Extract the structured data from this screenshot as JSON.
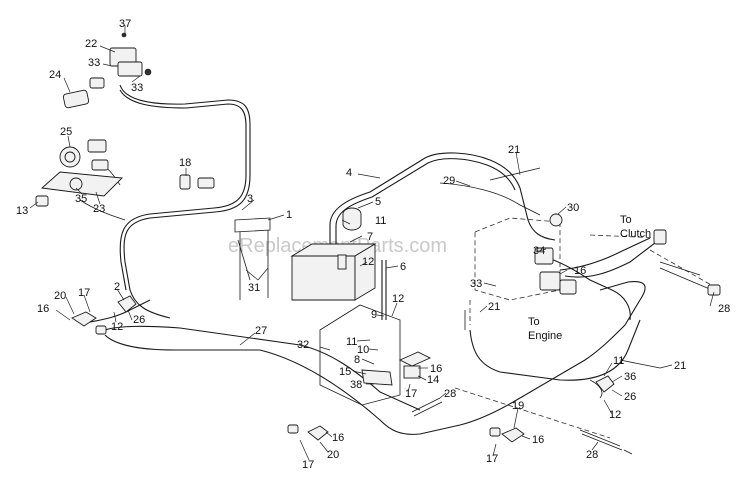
{
  "watermark": "eReplacementParts.com",
  "texts": {
    "to_clutch_line1": "To",
    "to_clutch_line2": "Clutch",
    "to_engine_line1": "To",
    "to_engine_line2": "Engine"
  },
  "callouts": [
    {
      "id": "c37",
      "text": "37"
    },
    {
      "id": "c22",
      "text": "22"
    },
    {
      "id": "c33a",
      "text": "33"
    },
    {
      "id": "c24",
      "text": "24"
    },
    {
      "id": "c33b",
      "text": "33"
    },
    {
      "id": "c25",
      "text": "25"
    },
    {
      "id": "c35",
      "text": "35"
    },
    {
      "id": "c23",
      "text": "23"
    },
    {
      "id": "c13",
      "text": "13"
    },
    {
      "id": "c18",
      "text": "18"
    },
    {
      "id": "c4",
      "text": "4"
    },
    {
      "id": "c3",
      "text": "3"
    },
    {
      "id": "c1",
      "text": "1"
    },
    {
      "id": "c5",
      "text": "5"
    },
    {
      "id": "c11a",
      "text": "11"
    },
    {
      "id": "c7",
      "text": "7"
    },
    {
      "id": "c12a",
      "text": "12"
    },
    {
      "id": "c6",
      "text": "6"
    },
    {
      "id": "c31",
      "text": "31"
    },
    {
      "id": "c29",
      "text": "29"
    },
    {
      "id": "c21a",
      "text": "21"
    },
    {
      "id": "c30",
      "text": "30"
    },
    {
      "id": "c34",
      "text": "34"
    },
    {
      "id": "c16a",
      "text": "16"
    },
    {
      "id": "c33c",
      "text": "33"
    },
    {
      "id": "c28a",
      "text": "28"
    },
    {
      "id": "c21b",
      "text": "21"
    },
    {
      "id": "c2",
      "text": "2"
    },
    {
      "id": "c20a",
      "text": "20"
    },
    {
      "id": "c17a",
      "text": "17"
    },
    {
      "id": "c16b",
      "text": "16"
    },
    {
      "id": "c12b",
      "text": "12"
    },
    {
      "id": "c26a",
      "text": "26"
    },
    {
      "id": "c27",
      "text": "27"
    },
    {
      "id": "c12c",
      "text": "12"
    },
    {
      "id": "c9",
      "text": "9"
    },
    {
      "id": "c32",
      "text": "32"
    },
    {
      "id": "c11b",
      "text": "11"
    },
    {
      "id": "c10",
      "text": "10"
    },
    {
      "id": "c8",
      "text": "8"
    },
    {
      "id": "c15",
      "text": "15"
    },
    {
      "id": "c38",
      "text": "38"
    },
    {
      "id": "c16c",
      "text": "16"
    },
    {
      "id": "c14",
      "text": "14"
    },
    {
      "id": "c17b",
      "text": "17"
    },
    {
      "id": "c28b",
      "text": "28"
    },
    {
      "id": "c11c",
      "text": "11"
    },
    {
      "id": "c21c",
      "text": "21"
    },
    {
      "id": "c36",
      "text": "36"
    },
    {
      "id": "c26b",
      "text": "26"
    },
    {
      "id": "c12d",
      "text": "12"
    },
    {
      "id": "c19",
      "text": "19"
    },
    {
      "id": "c16d",
      "text": "16"
    },
    {
      "id": "c17c",
      "text": "17"
    },
    {
      "id": "c28c",
      "text": "28"
    },
    {
      "id": "c16e",
      "text": "16"
    },
    {
      "id": "c17d",
      "text": "17"
    },
    {
      "id": "c20b",
      "text": "20"
    }
  ]
}
